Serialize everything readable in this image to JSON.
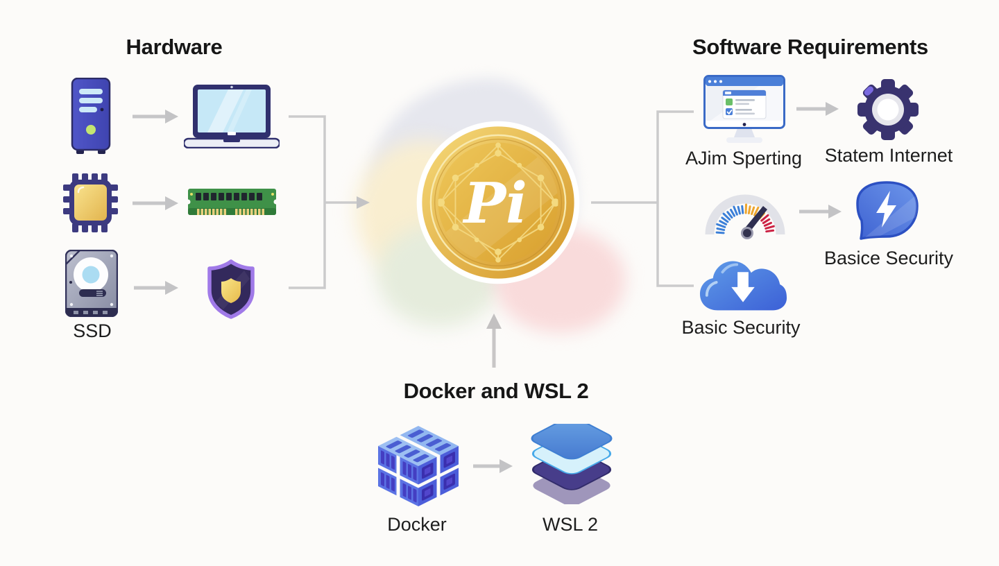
{
  "page": {
    "background": "#fcfbf9",
    "connector_color": "#c9c9ca"
  },
  "colors": {
    "heading_text": "#161616",
    "label_text": "#1d1d1d",
    "indigo": "#39336f",
    "blue": "#4a7fd8",
    "gold": "#e2ae3a",
    "green": "#3f9148",
    "purple": "#a07ae8",
    "docker_blue": "#5b73e4",
    "gray_arrow": "#c6c6c8"
  },
  "hardware": {
    "title": "Hardware",
    "ssd_label": "SSD",
    "icons": [
      "pc-tower-icon",
      "laptop-icon",
      "cpu-chip-icon",
      "ram-module-icon",
      "hard-drive-icon",
      "security-shield-icon"
    ]
  },
  "software": {
    "title": "Software Requirements",
    "monitor_label": "AJim Sperting",
    "gear_label": "Statem Internet",
    "bolt_label": "Basice Security",
    "cloud_label": "Basic Security",
    "icons": [
      "monitor-checklist-icon",
      "gear-icon",
      "speed-gauge-icon",
      "lightning-badge-icon",
      "cloud-download-icon"
    ]
  },
  "docker_wsl": {
    "title": "Docker and WSL 2",
    "docker_label": "Docker",
    "wsl_label": "WSL 2",
    "icons": [
      "docker-cube-icon",
      "wsl-layers-icon"
    ]
  },
  "coin": {
    "symbol": "Pi",
    "icon": "pi-coin-icon"
  }
}
